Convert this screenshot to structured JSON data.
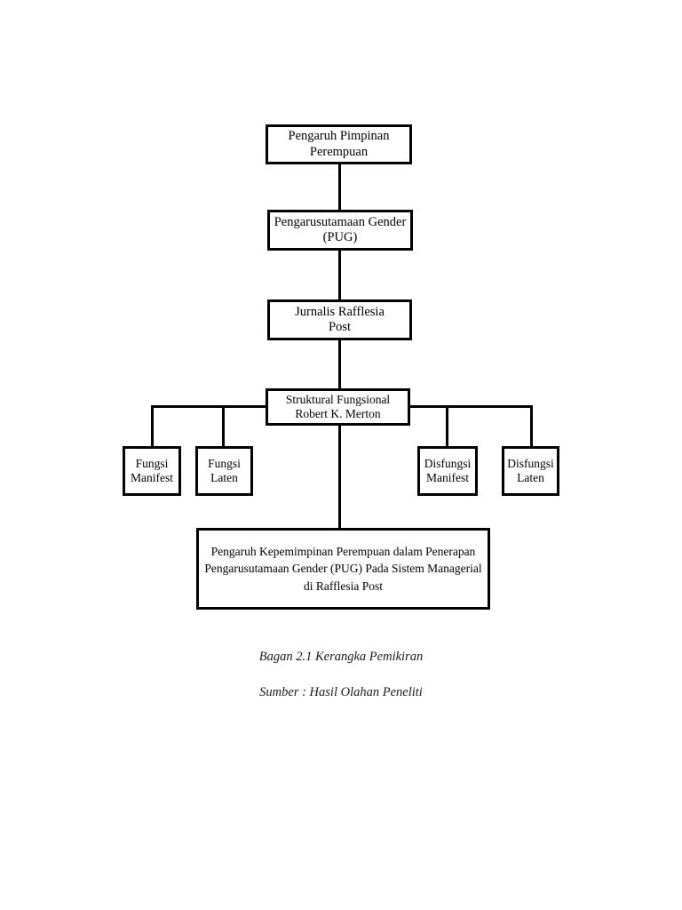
{
  "figure": {
    "caption": "Bagan 2.1 Kerangka Pemikiran",
    "source": "Sumber : Hasil Olahan Peneliti"
  },
  "diagram": {
    "type": "flowchart",
    "nodes": {
      "top": "Pengaruh Pimpinan\nPerempuan",
      "pug": "Pengarusutamaan Gender\n(PUG)",
      "jurnalis": "Jurnalis Rafflesia\nPost",
      "merton": "Struktural Fungsional\nRobert K. Merton",
      "fungsi_manifest": "Fungsi\nManifest",
      "fungsi_laten": "Fungsi\nLaten",
      "disfungsi_manifest": "Disfungsi\nManifest",
      "disfungsi_laten": "Disfungsi\nLaten",
      "conclusion": "Pengaruh Kepemimpinan Perempuan dalam Penerapan\nPengarusutamaan Gender (PUG) Pada Sistem Managerial\ndi Rafflesia Post"
    },
    "edges": [
      "top -> pug",
      "pug -> jurnalis",
      "jurnalis -> merton",
      "merton -> fungsi_manifest",
      "merton -> fungsi_laten",
      "merton -> disfungsi_manifest",
      "merton -> disfungsi_laten",
      "merton -> conclusion"
    ],
    "colors": {
      "border": "#000000",
      "background": "#ffffff",
      "text": "#000000"
    }
  }
}
